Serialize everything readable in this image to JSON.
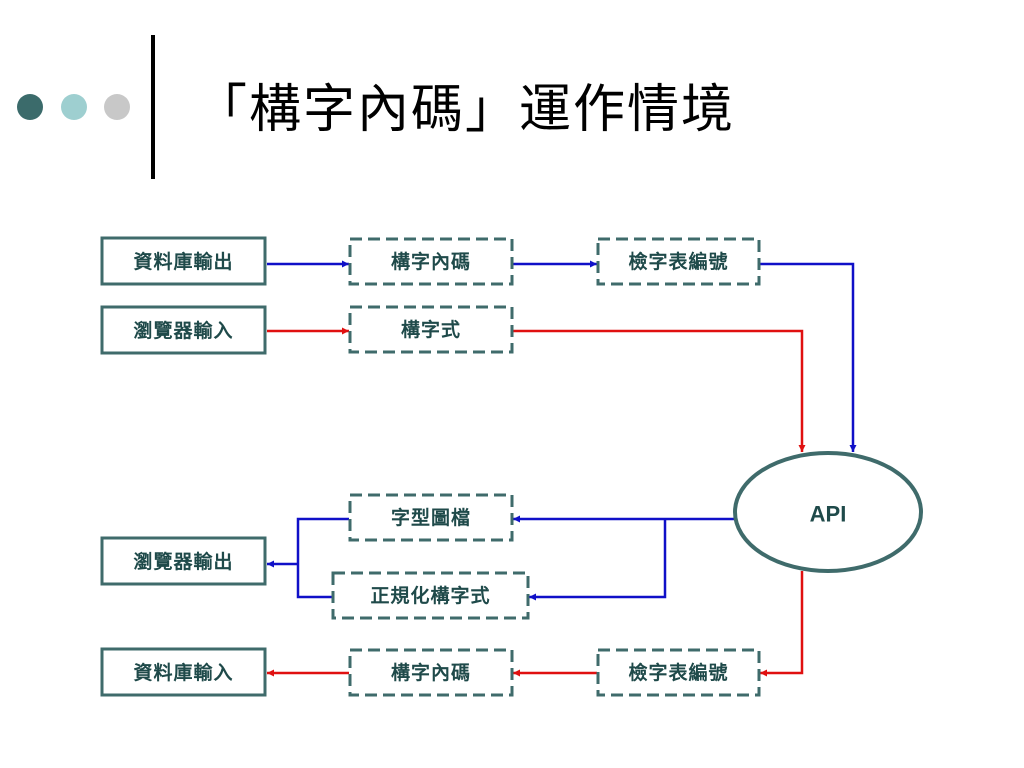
{
  "slide": {
    "title": "「構字內碼」運作情境"
  },
  "colors": {
    "dot_dark": "#3b6b6b",
    "dot_light": "#9ecfd0",
    "dot_gray": "#c8c8c8",
    "node_border": "#3f6b6b",
    "node_text": "#1f4a4a",
    "flow_blue": "#1010c8",
    "flow_red": "#e01010"
  },
  "diagram": {
    "nodes": {
      "db_output": "資料庫輸出",
      "encode_internal_code": "構字內碼",
      "encode_table_id": "檢字表編號",
      "browser_input": "瀏覽器輸入",
      "composition_formula": "構字式",
      "api": "API",
      "font_image": "字型圖檔",
      "browser_output": "瀏覽器輸出",
      "normalized_formula": "正規化構字式",
      "db_input": "資料庫輸入",
      "decode_internal_code": "構字內碼",
      "decode_table_id": "檢字表編號"
    }
  }
}
